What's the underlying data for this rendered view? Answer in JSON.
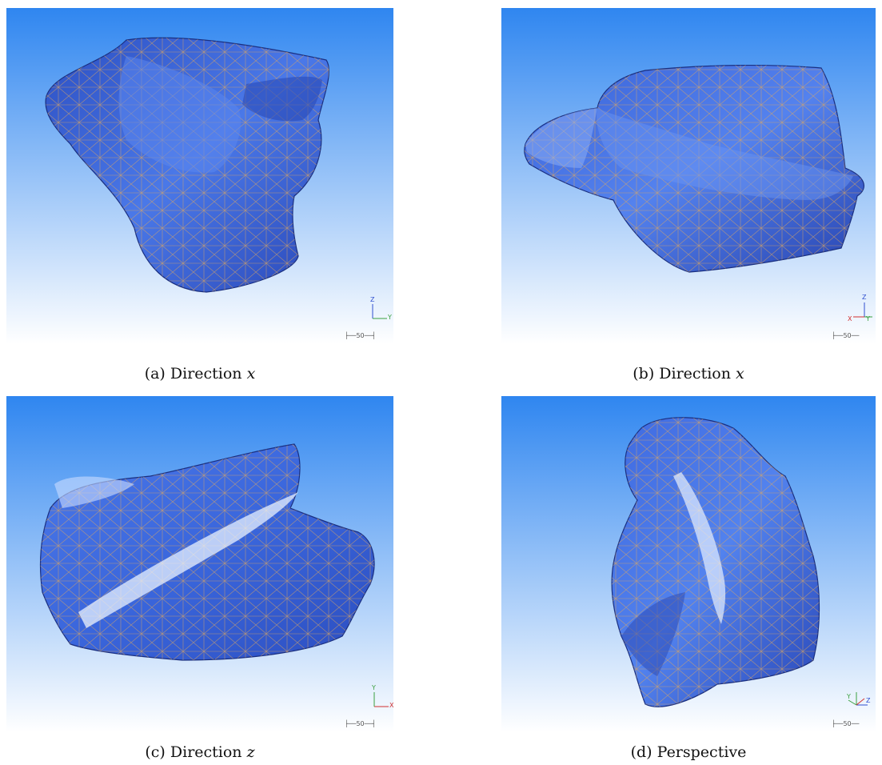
{
  "figure": {
    "panels": [
      {
        "id": "a",
        "caption_prefix": "(a) Direction ",
        "caption_var": "x",
        "scale_label": "50",
        "axes": {
          "up": "Z",
          "right": "Y"
        }
      },
      {
        "id": "b",
        "caption_prefix": "(b) Direction ",
        "caption_var": "x",
        "scale_label": "50",
        "axes": {
          "up": "Z",
          "right": "Y",
          "left": "X"
        }
      },
      {
        "id": "c",
        "caption_prefix": "(c) Direction ",
        "caption_var": "z",
        "scale_label": "50",
        "axes": {
          "up": "Y",
          "right": "X"
        }
      },
      {
        "id": "d",
        "caption_prefix": "(d) Perspective",
        "caption_var": "",
        "scale_label": "50",
        "axes": {
          "up": "Y",
          "right": "Z"
        }
      }
    ],
    "colors": {
      "sky_top": "#2f86f0",
      "sky_bottom": "#ffffff",
      "mesh_fill": "#3f6be0",
      "mesh_dark": "#1f3fa8",
      "mesh_light": "#9fc0ff",
      "wireframe": "#e3a85a"
    }
  }
}
